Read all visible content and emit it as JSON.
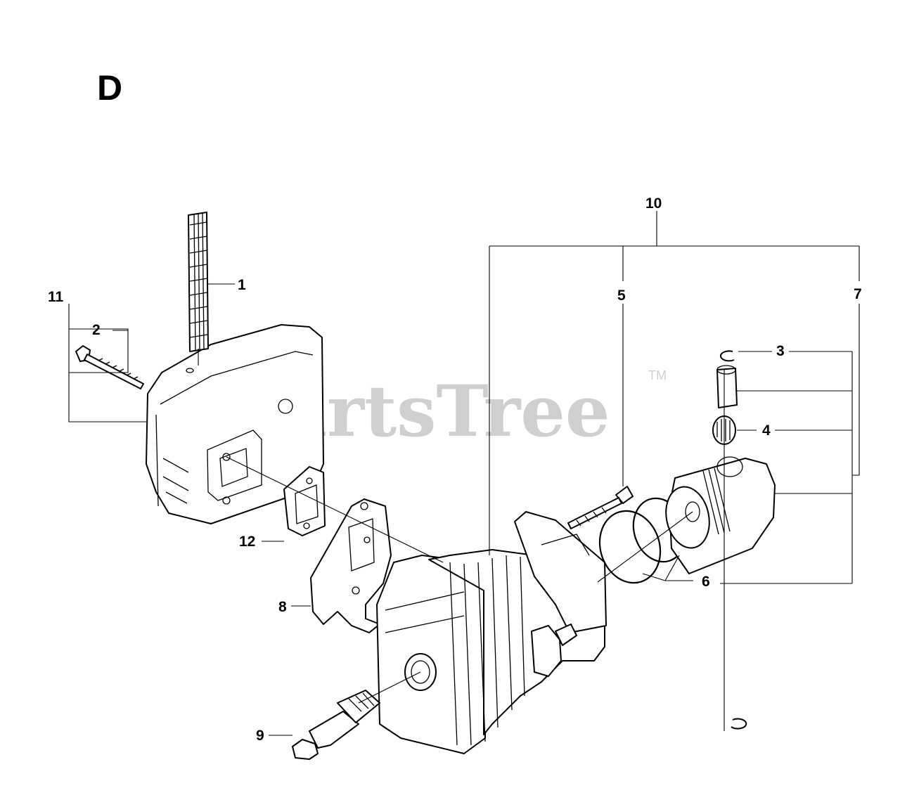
{
  "section_letter": "D",
  "watermark": {
    "text": "PartsTree",
    "trademark": "TM"
  },
  "callouts": {
    "c1": "1",
    "c2": "2",
    "c3": "3",
    "c4": "4",
    "c5": "5",
    "c6": "6",
    "c7": "7",
    "c8": "8",
    "c9": "9",
    "c10": "10",
    "c11": "11",
    "c12": "12"
  }
}
